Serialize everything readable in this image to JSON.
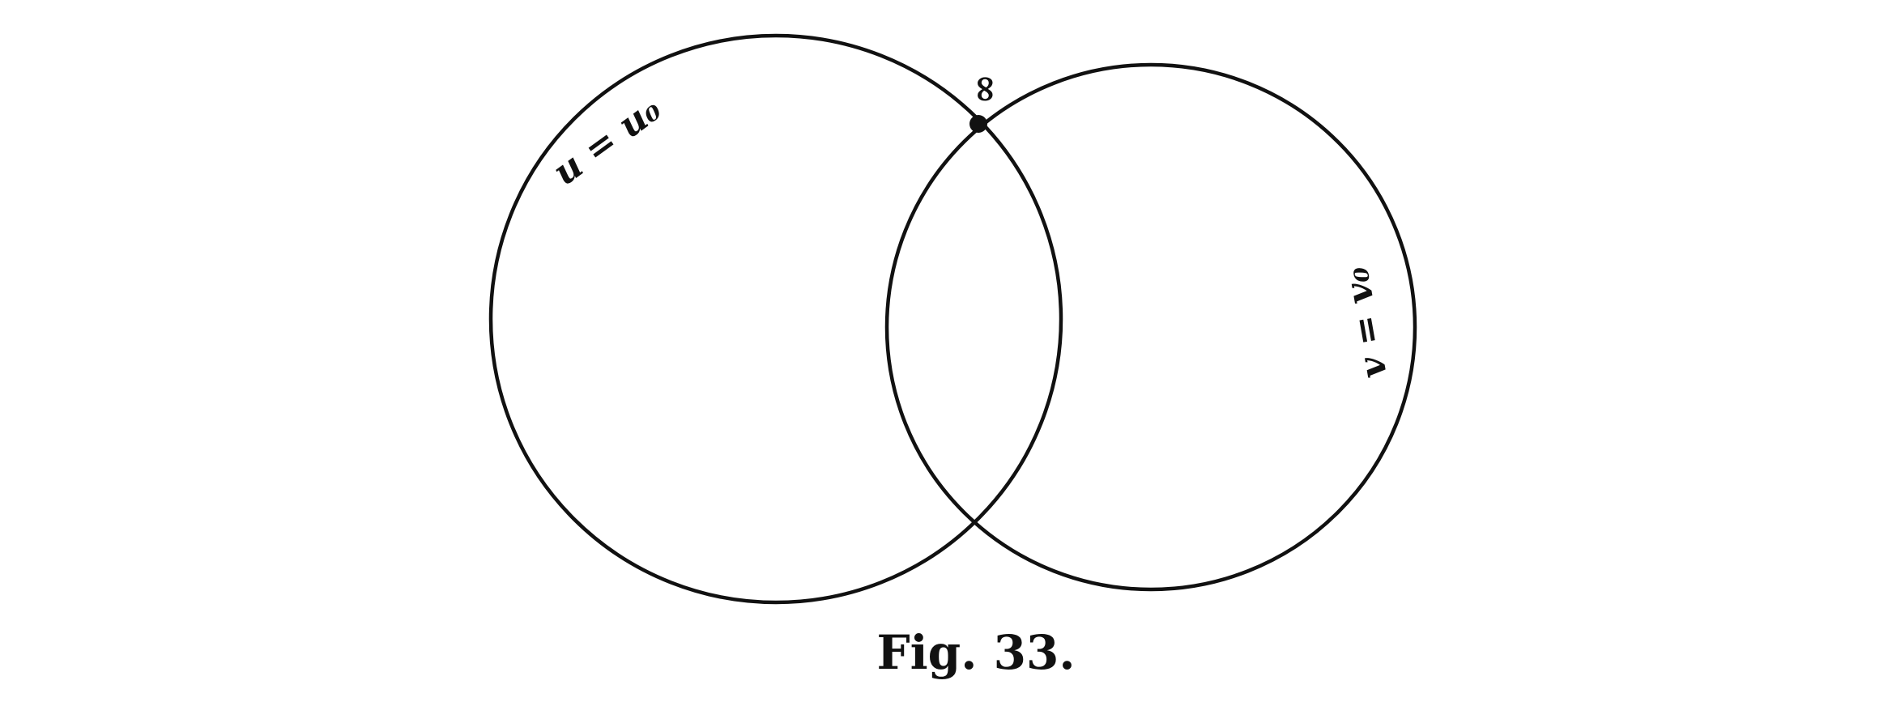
{
  "figure": {
    "caption": "Fig. 33.",
    "point_label": "∞",
    "circle_left_label": "u = u₀",
    "circle_right_label": "v = v₀"
  },
  "colors": {
    "ink": "#111111",
    "background": "#ffffff"
  }
}
